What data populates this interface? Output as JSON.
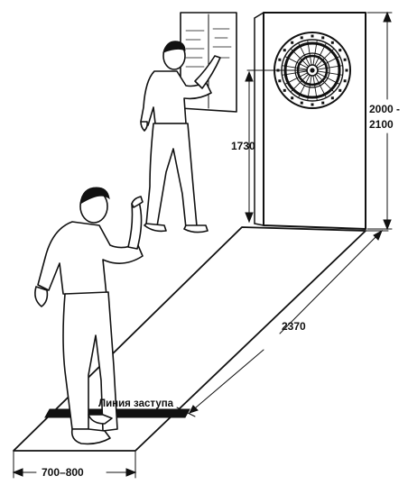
{
  "labels": {
    "board_height": "1730",
    "door_height_top": "2000 -",
    "door_height_bottom": "2100",
    "throw_distance": "2370",
    "oche_width": "700–800",
    "throw_line": "Линия заступа"
  },
  "icons": [
    "dartboard",
    "player-throwing",
    "player-scoring",
    "scoreboard"
  ]
}
